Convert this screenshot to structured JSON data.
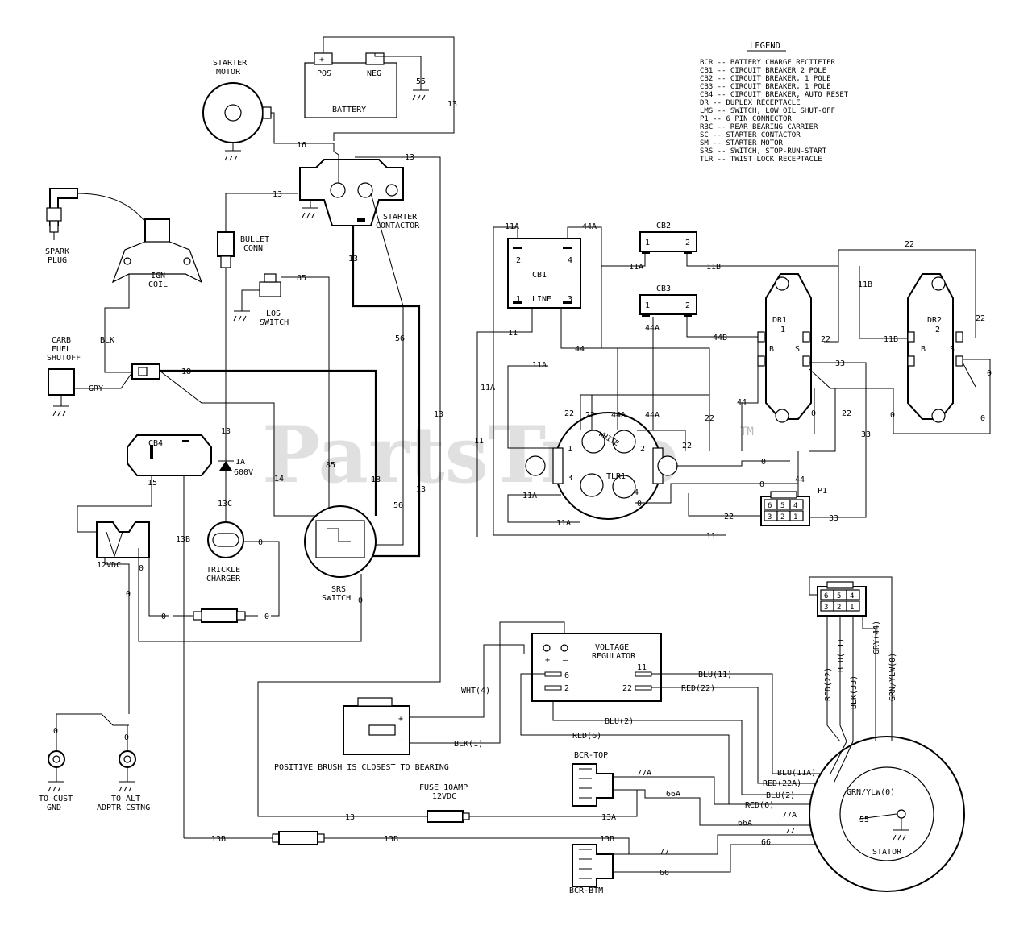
{
  "watermark": "PartsTree",
  "watermark_tm": "TM",
  "legend": {
    "title": "LEGEND",
    "entries": [
      "BCR -- BATTERY CHARGE RECTIFIER",
      "CB1 -- CIRCUIT BREAKER 2 POLE",
      "CB2 -- CIRCUIT BREAKER, 1 POLE",
      "CB3 -- CIRCUIT BREAKER, 1 POLE",
      "CB4 -- CIRCUIT BREAKER, AUTO RESET",
      "DR -- DUPLEX RECEPTACLE",
      "LMS -- SWITCH, LOW OIL SHUT-OFF",
      "P1 -- 6 PIN CONNECTOR",
      "RBC -- REAR BEARING CARRIER",
      "SC -- STARTER CONTACTOR",
      "SM -- STARTER MOTOR",
      "SRS -- SWITCH, STOP-RUN-START",
      "TLR -- TWIST LOCK RECEPTACLE"
    ]
  },
  "components": {
    "starter_motor": "STARTER\nMOTOR",
    "battery": "BATTERY",
    "battery_pos": "POS",
    "battery_neg": "NEG",
    "starter_contactor": "STARTER\nCONTACTOR",
    "spark_plug": "SPARK\nPLUG",
    "ign_coil": "IGN\nCOIL",
    "bullet_conn": "BULLET\nCONN",
    "los_switch": "LOS\nSWITCH",
    "carb_fuel_shutoff": "CARB\nFUEL\nSHUTOFF",
    "cb4": "CB4",
    "diode_rating": "1A\n600V",
    "trickle_charger": "TRICKLE\nCHARGER",
    "srs_switch": "SRS\nSWITCH",
    "v12dc": "12VDC",
    "to_cust_gnd": "TO CUST\nGND",
    "to_alt": "TO ALT\nADPTR CSTNG",
    "brush_note": "POSITIVE BRUSH IS CLOSEST TO BEARING",
    "fuse": "FUSE 10AMP\n12VDC",
    "bcr_top": "BCR-TOP",
    "bcr_btm": "BCR-BTM",
    "voltage_regulator": "VOLTAGE\nREGULATOR",
    "stator": "STATOR",
    "stator_grn": "GRN/YLW(0)",
    "cb1": "CB1",
    "cb1_line": "LINE",
    "cb2": "CB2",
    "cb3": "CB3",
    "dr1": "DR1\n1",
    "dr2": "DR2\n2",
    "tlr1": "TLR1",
    "tlr_white": "WHITE",
    "p1": "P1"
  },
  "wire_labels": {
    "blk": "BLK",
    "gry": "GRY",
    "blu11": "BLU(11)",
    "red22": "RED(22)",
    "blu2": "BLU(2)",
    "red6": "RED(6)",
    "wht4": "WHT(4)",
    "blk1": "BLK(1)",
    "blu11a": "BLU(11A)",
    "red22a": "RED(22A)",
    "red22v": "RED(22)",
    "blu11v": "BLU(11)",
    "blk33v": "BLK(33)",
    "gry44v": "GRY(44)",
    "grnylw0v": "GRN/YLW(0)"
  }
}
